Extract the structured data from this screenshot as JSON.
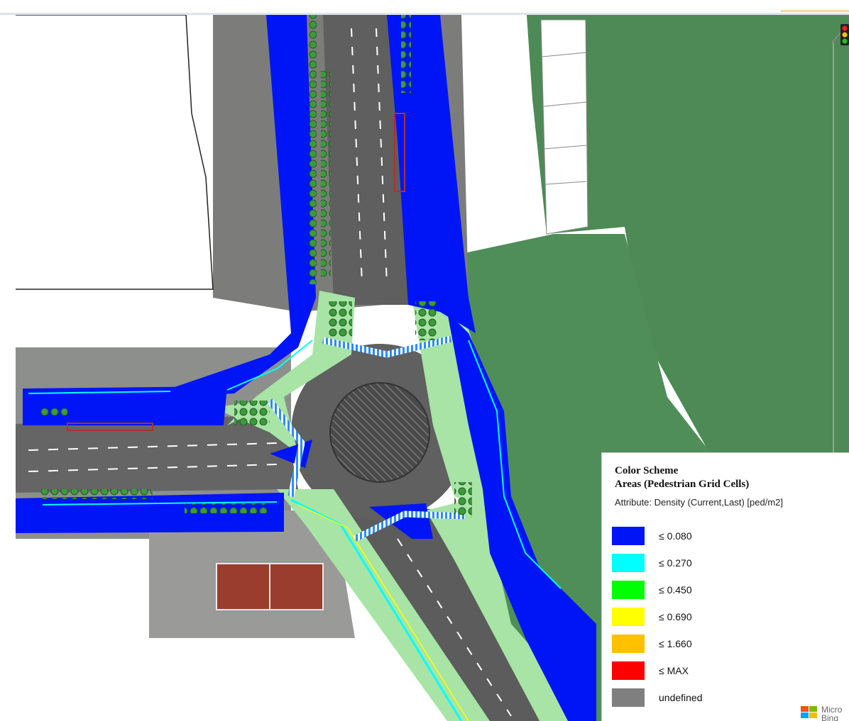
{
  "legend": {
    "title": "Color Scheme",
    "subtitle": "Areas (Pedestrian Grid Cells)",
    "attribute": "Attribute: Density (Current,Last) [ped/m2]",
    "items": [
      {
        "label": "≤ 0.080",
        "color": "#0015f5"
      },
      {
        "label": "≤ 0.270",
        "color": "#00ffff"
      },
      {
        "label": "≤ 0.450",
        "color": "#00ff00"
      },
      {
        "label": "≤ 0.690",
        "color": "#ffff00"
      },
      {
        "label": "≤ 1.660",
        "color": "#ffc000"
      },
      {
        "label": "≤ MAX",
        "color": "#ff0000"
      },
      {
        "label": "undefined",
        "color": "#7f7f7f"
      }
    ]
  },
  "map_colors": {
    "walkable_low_density": "#0015f5",
    "walkable_area": "#a7e4a5",
    "grass": "#4d8a55",
    "road_asphalt": "#6b6b6b",
    "background": "#ffffff"
  },
  "icons": {
    "traffic_light": "traffic-light-icon",
    "provider_logo": "microsoft-logo-icon"
  },
  "attribution": {
    "text": "Micro",
    "text_line2": "Bing"
  }
}
